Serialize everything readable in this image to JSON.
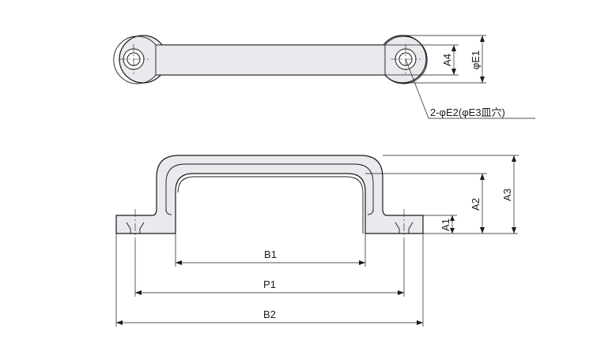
{
  "labels": {
    "A1": "A1",
    "A2": "A2",
    "A3": "A3",
    "A4": "A4",
    "E1": "φE1",
    "hole_note": "2-φE2(φE3皿穴)",
    "B1": "B1",
    "P1": "P1",
    "B2": "B2"
  }
}
